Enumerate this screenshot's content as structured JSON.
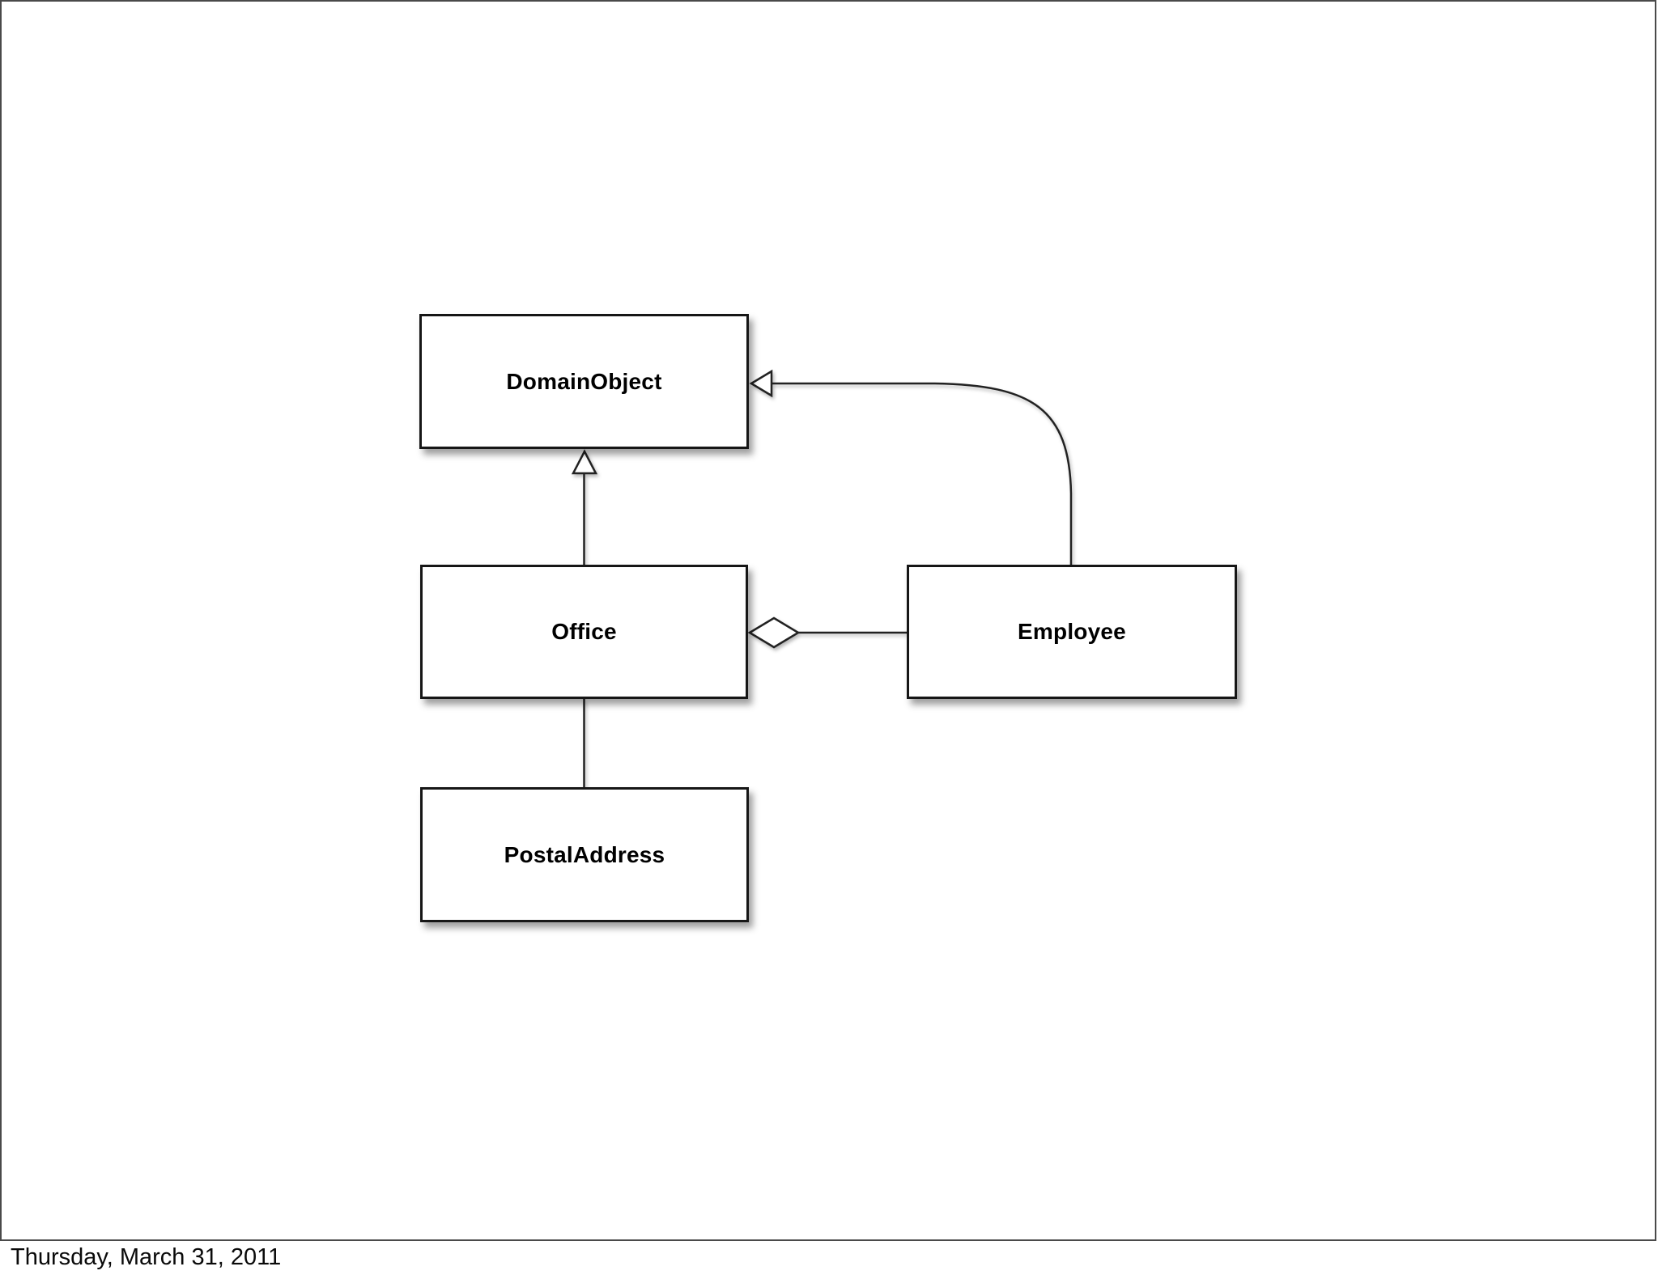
{
  "window": {
    "footer_date": "Thursday, March 31, 2011"
  },
  "diagram": {
    "kind": "uml-class-diagram",
    "colors": {
      "background": "#ffffff",
      "frame_border": "#4a4a4a",
      "node_fill": "#ffffff",
      "node_border": "#161616",
      "connector": "#222222",
      "label_text": "#000000"
    },
    "nodes": [
      {
        "id": "domain-object",
        "label": "DomainObject"
      },
      {
        "id": "office",
        "label": "Office"
      },
      {
        "id": "employee",
        "label": "Employee"
      },
      {
        "id": "postal-address",
        "label": "PostalAddress"
      }
    ],
    "edges": [
      {
        "from": "Office",
        "to": "DomainObject",
        "type": "generalization",
        "marker": "hollow-triangle"
      },
      {
        "from": "Employee",
        "to": "DomainObject",
        "type": "generalization",
        "marker": "hollow-triangle"
      },
      {
        "from": "Office",
        "to": "Employee",
        "type": "aggregation",
        "marker": "hollow-diamond"
      },
      {
        "from": "Office",
        "to": "PostalAddress",
        "type": "association",
        "marker": "none"
      }
    ]
  }
}
